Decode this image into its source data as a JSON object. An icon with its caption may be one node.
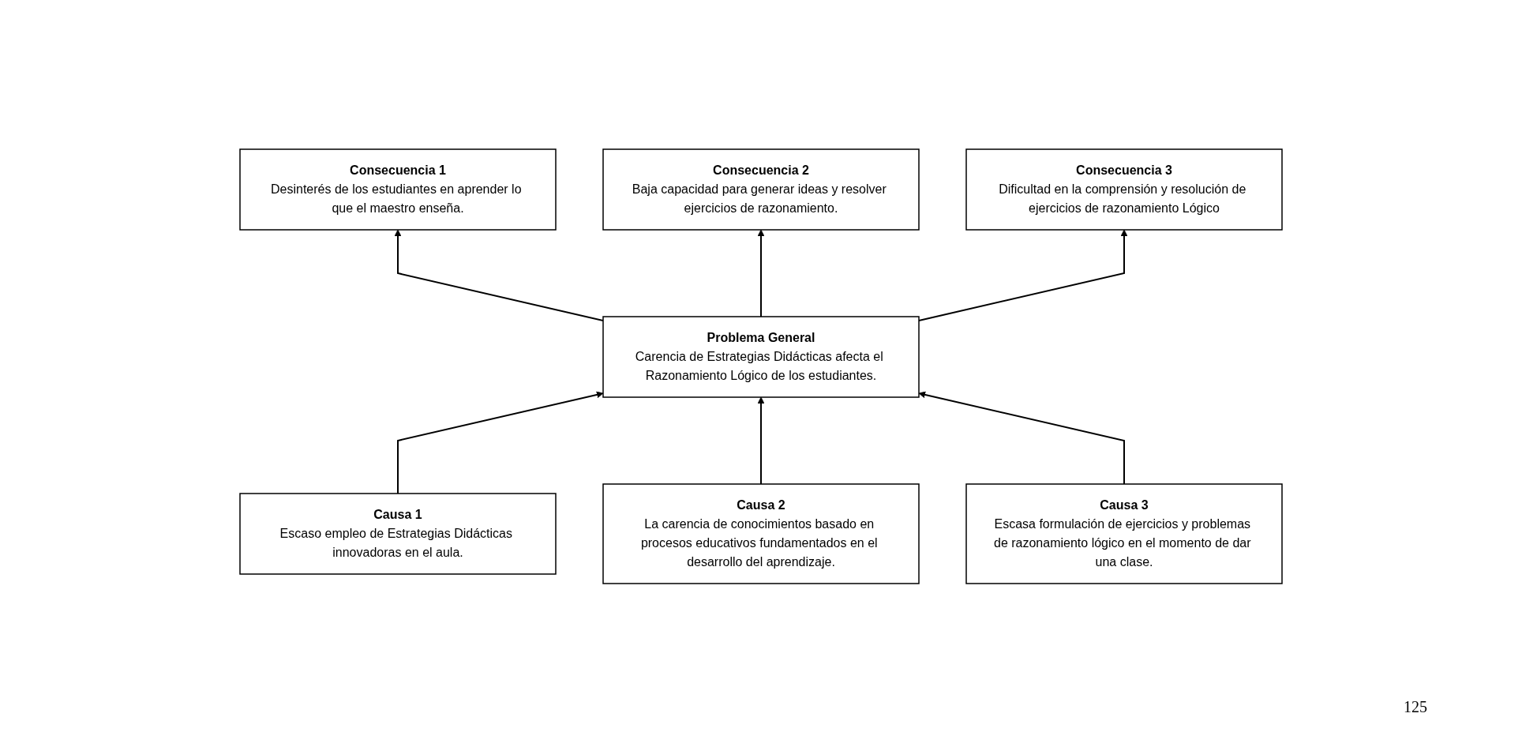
{
  "diagram": {
    "nodes": [
      {
        "text": [
          "Consecuencia 1",
          "Desinterés de los estudiantes en aprender lo que el maestro enseña."
        ]
      },
      {
        "text": [
          "Consecuencia 2",
          "Baja capacidad para generar ideas y resolver ejercicios de razonamiento."
        ]
      },
      {
        "text": [
          "Consecuencia 3",
          "Dificultad en la comprensión y resolución de ejercicios de razonamiento Lógico"
        ]
      },
      {
        "text": [
          "Problema General",
          "Carencia de Estrategias Didácticas afecta el Razonamiento Lógico de los estudiantes."
        ]
      },
      {
        "text": [
          "Causa 1",
          "Escaso empleo de Estrategias Didácticas innovadoras en el aula."
        ]
      },
      {
        "text": [
          "Causa 2",
          "La carencia de conocimientos basado en procesos educativos fundamentados en el desarrollo del aprendizaje."
        ]
      },
      {
        "text": [
          "Causa 3",
          "Escasa formulación de ejercicios y problemas de razonamiento lógico en el momento de dar una clase."
        ]
      }
    ],
    "edges": [
      {
        "from": 3,
        "to": 0,
        "arrow": "to"
      },
      {
        "from": 3,
        "to": 1,
        "arrow": "to"
      },
      {
        "from": 3,
        "to": 2,
        "arrow": "to"
      },
      {
        "from": 4,
        "to": 3,
        "arrow": "to"
      },
      {
        "from": 5,
        "to": 3,
        "arrow": "to"
      },
      {
        "from": 6,
        "to": 3,
        "arrow": "to"
      }
    ],
    "labels": [
      "125"
    ]
  }
}
